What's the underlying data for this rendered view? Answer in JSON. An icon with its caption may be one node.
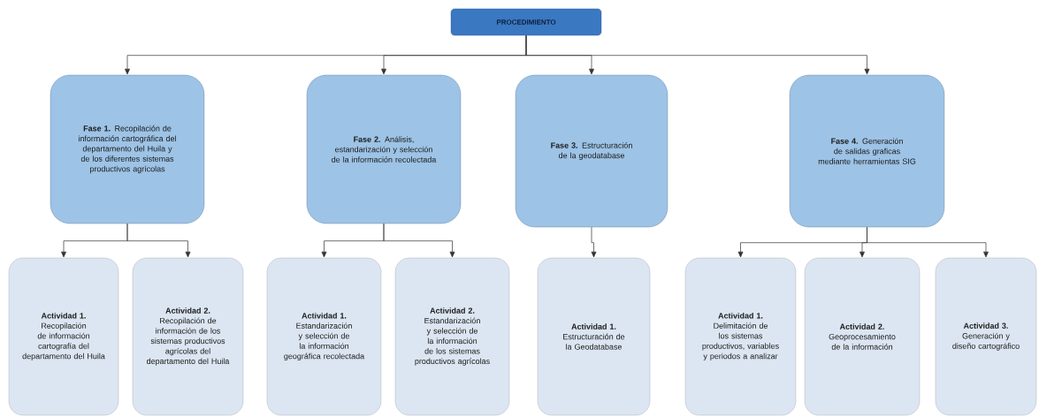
{
  "diagram": {
    "nodes": [
      {
        "text": [
          "PROCEDIMIENTO"
        ]
      },
      {
        "text": [
          "**Fase 1.** Recopilación de información cartográfica del departamento del Huila y de los diferentes sistemas productivos agrícolas"
        ]
      },
      {
        "text": [
          "**Fase 2.** Análisis, estandarización y selección de la información recolectada"
        ]
      },
      {
        "text": [
          "**Fase 3.** Estructuración de la geodatabase"
        ]
      },
      {
        "text": [
          "**Fase 4.** Generación de salidas graficas mediante herramientas SIG"
        ]
      },
      {
        "text": [
          "Actividad 1.",
          "Recopilación de información cartografía del departamento del Huila"
        ]
      },
      {
        "text": [
          "Actividad 2.",
          "Recopilación de información de los sistemas productivos agrícolas del departamento del Huila"
        ]
      },
      {
        "text": [
          "Actividad 1.",
          "Estandarización y selección de la información geográfica recolectada"
        ]
      },
      {
        "text": [
          "Actividad 2.",
          "Estandarización y selección de la información de los sistemas productivos agrícolas"
        ]
      },
      {
        "text": [
          "Actividad 1.",
          "Estructuración de la Geodatabase"
        ]
      },
      {
        "text": [
          "Actividad 1.",
          "Delimitación de los sistemas productivos, variables y periodos a analizar"
        ]
      },
      {
        "text": [
          "Actividad 2.",
          "Geoprocesamiento de la información"
        ]
      },
      {
        "text": [
          "Actividad 3.",
          "Generación y diseño cartográfico"
        ]
      }
    ],
    "edges": [
      {
        "from": 0,
        "to": 1,
        "arrow": "to"
      },
      {
        "from": 0,
        "to": 2,
        "arrow": "to"
      },
      {
        "from": 0,
        "to": 3,
        "arrow": "to"
      },
      {
        "from": 0,
        "to": 4,
        "arrow": "to"
      },
      {
        "from": 1,
        "to": 5,
        "arrow": "to"
      },
      {
        "from": 1,
        "to": 6,
        "arrow": "to"
      },
      {
        "from": 2,
        "to": 7,
        "arrow": "to"
      },
      {
        "from": 2,
        "to": 8,
        "arrow": "to"
      },
      {
        "from": 3,
        "to": 9,
        "arrow": "to"
      },
      {
        "from": 4,
        "to": 10,
        "arrow": "to"
      },
      {
        "from": 4,
        "to": 11,
        "arrow": "to"
      },
      {
        "from": 4,
        "to": 12,
        "arrow": "to"
      }
    ]
  }
}
